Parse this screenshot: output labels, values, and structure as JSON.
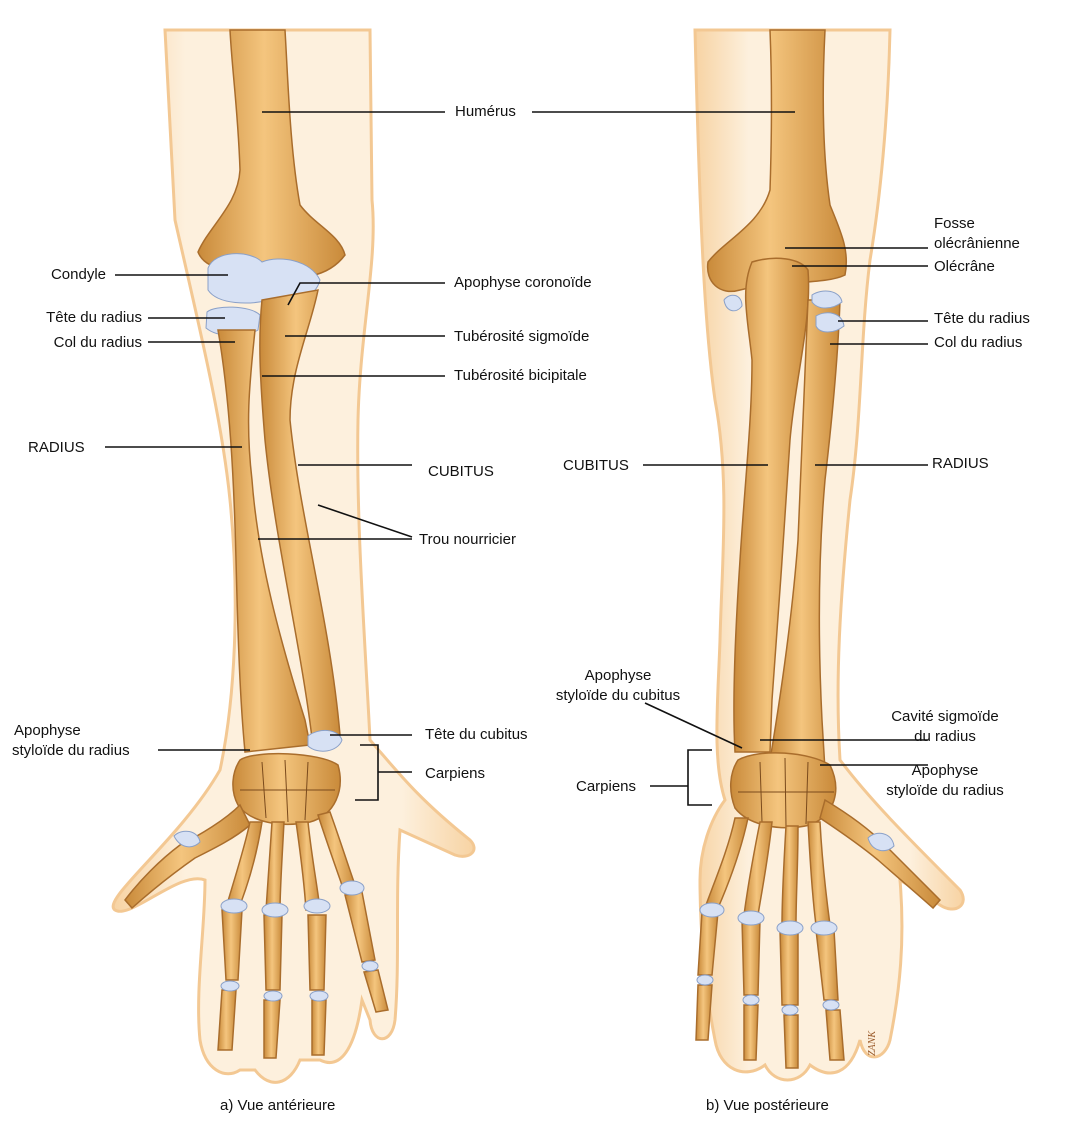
{
  "figure": {
    "caption_anterior": "a) Vue antérieure",
    "caption_posterior": "b) Vue postérieure",
    "signature": "ZANK"
  },
  "colors": {
    "bone": "#ecb466",
    "bone_shadow": "#c98a3a",
    "bone_dark": "#7a4a1c",
    "cartilage": "#d7e1f4",
    "skin": "#fbe6c9",
    "skin_edge": "#f3c893"
  },
  "labels_anterior": {
    "humerus": "Humérus",
    "condyle": "Condyle",
    "tete_radius": "Tête du radius",
    "col_radius": "Col du radius",
    "apophyse_coronoide": "Apophyse coronoïde",
    "tuberosite_sigmoide": "Tubérosité sigmoïde",
    "tuberosite_bicipitale": "Tubérosité bicipitale",
    "radius": "RADIUS",
    "cubitus": "CUBITUS",
    "trou_nourricier": "Trou nourricier",
    "apophyse_styloide_radius_1": "Apophyse",
    "apophyse_styloide_radius_2": "styloïde du radius",
    "tete_cubitus": "Tête du cubitus",
    "carpiens": "Carpiens"
  },
  "labels_posterior": {
    "fosse_1": "Fosse",
    "fosse_2": "olécrânienne",
    "olecrane": "Olécrâne",
    "tete_radius": "Tête du radius",
    "col_radius": "Col du radius",
    "cubitus": "CUBITUS",
    "radius": "RADIUS",
    "apophyse_styloide_cubitus_1": "Apophyse",
    "apophyse_styloide_cubitus_2": "styloïde du cubitus",
    "cavite_sigmoide_1": "Cavité sigmoïde",
    "cavite_sigmoide_2": "du radius",
    "apophyse_styloide_radius_1": "Apophyse",
    "apophyse_styloide_radius_2": "styloïde du radius",
    "carpiens": "Carpiens"
  }
}
